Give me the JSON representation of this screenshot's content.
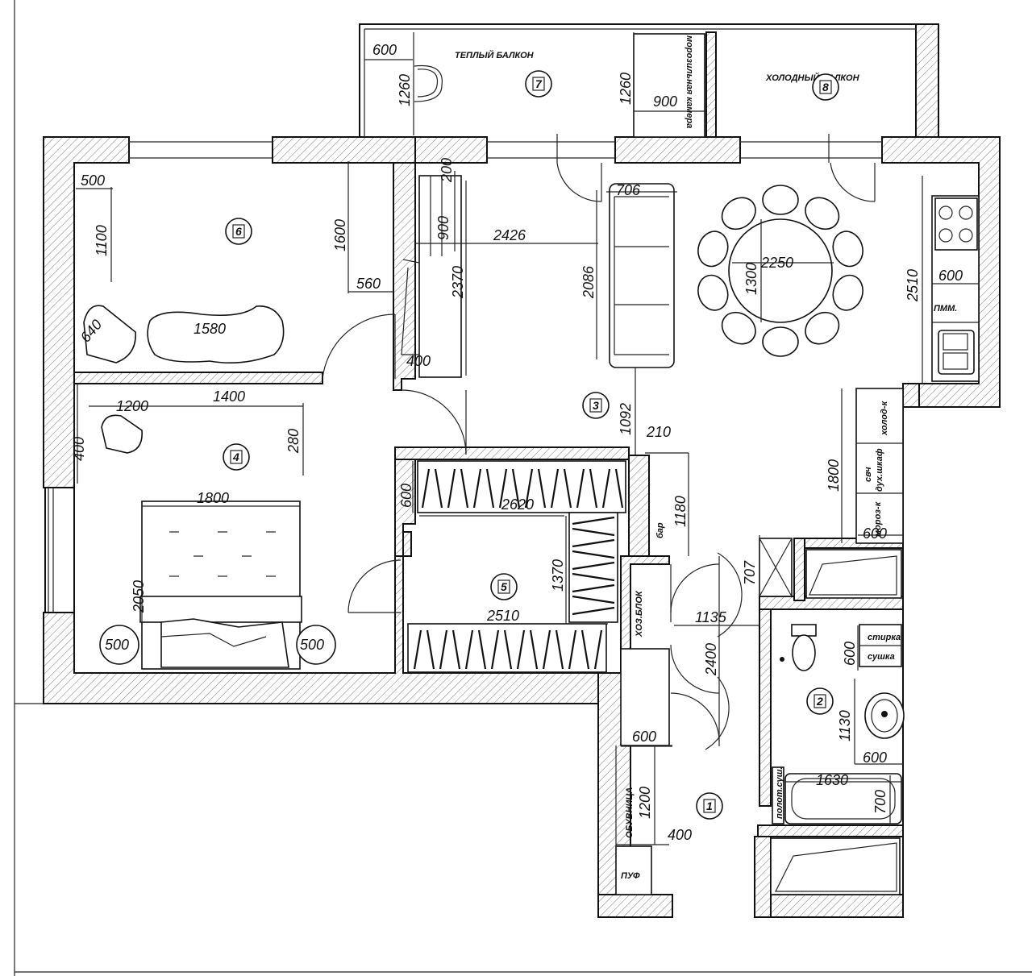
{
  "rooms": [
    {
      "id": "1",
      "num": "1"
    },
    {
      "id": "2",
      "num": "2"
    },
    {
      "id": "3",
      "num": "3"
    },
    {
      "id": "4",
      "num": "4"
    },
    {
      "id": "5",
      "num": "5"
    },
    {
      "id": "6",
      "num": "6"
    },
    {
      "id": "7",
      "num": "7",
      "label": "ТЕПЛЫЙ БАЛКОН"
    },
    {
      "id": "8",
      "num": "8",
      "label": "ХОЛОДНЫЙ БАЛКОН"
    }
  ],
  "labels": {
    "freezer_balcony": "морозильная камера",
    "pmm": "ПММ.",
    "fridge": "холод-к",
    "microwave": "свч",
    "oven": "дух.шкаф",
    "freezer": "мороз-к",
    "bar": "бар",
    "utility": "ХОЗ.БЛОК",
    "shoes": "ОБУВНИЦА",
    "pouf": "ПУФ",
    "washer": "стирка",
    "dryer": "сушка",
    "towel_dryer": "полот.суш."
  },
  "dimensions": {
    "d600_balcony": "600",
    "d1260_left": "1260",
    "d1260_right": "1260",
    "d900_balcony": "900",
    "d500_room6": "500",
    "d1100": "1100",
    "d1600": "1600",
    "d560": "560",
    "d640": "640",
    "d1580": "1580",
    "d200": "200",
    "d900_closet": "900",
    "d2426": "2426",
    "d2370": "2370",
    "d400_closet": "400",
    "d706": "706",
    "d2086": "2086",
    "d2250": "2250",
    "d1300": "1300",
    "d2510_kitchen": "2510",
    "d600_kitchen": "600",
    "d1092": "1092",
    "d210": "210",
    "d1180": "1180",
    "d1800_kitchen": "1800",
    "d600_fridge": "600",
    "d707": "707",
    "d1200_room4": "1200",
    "d1400": "1400",
    "d280": "280",
    "d400_room4": "400",
    "d1800_bed": "1800",
    "d2050": "2050",
    "d500_left": "500",
    "d500_right": "500",
    "d600_wardrobe": "600",
    "d2620": "2620",
    "d1370": "1370",
    "d2510_wardrobe": "2510",
    "d1135": "1135",
    "d2400": "2400",
    "d600_util": "600",
    "d1200_hall": "1200",
    "d400_hall": "400",
    "d600_bath": "600",
    "d1130": "1130",
    "d600_tub": "600",
    "d1630": "1630",
    "d700": "700"
  }
}
